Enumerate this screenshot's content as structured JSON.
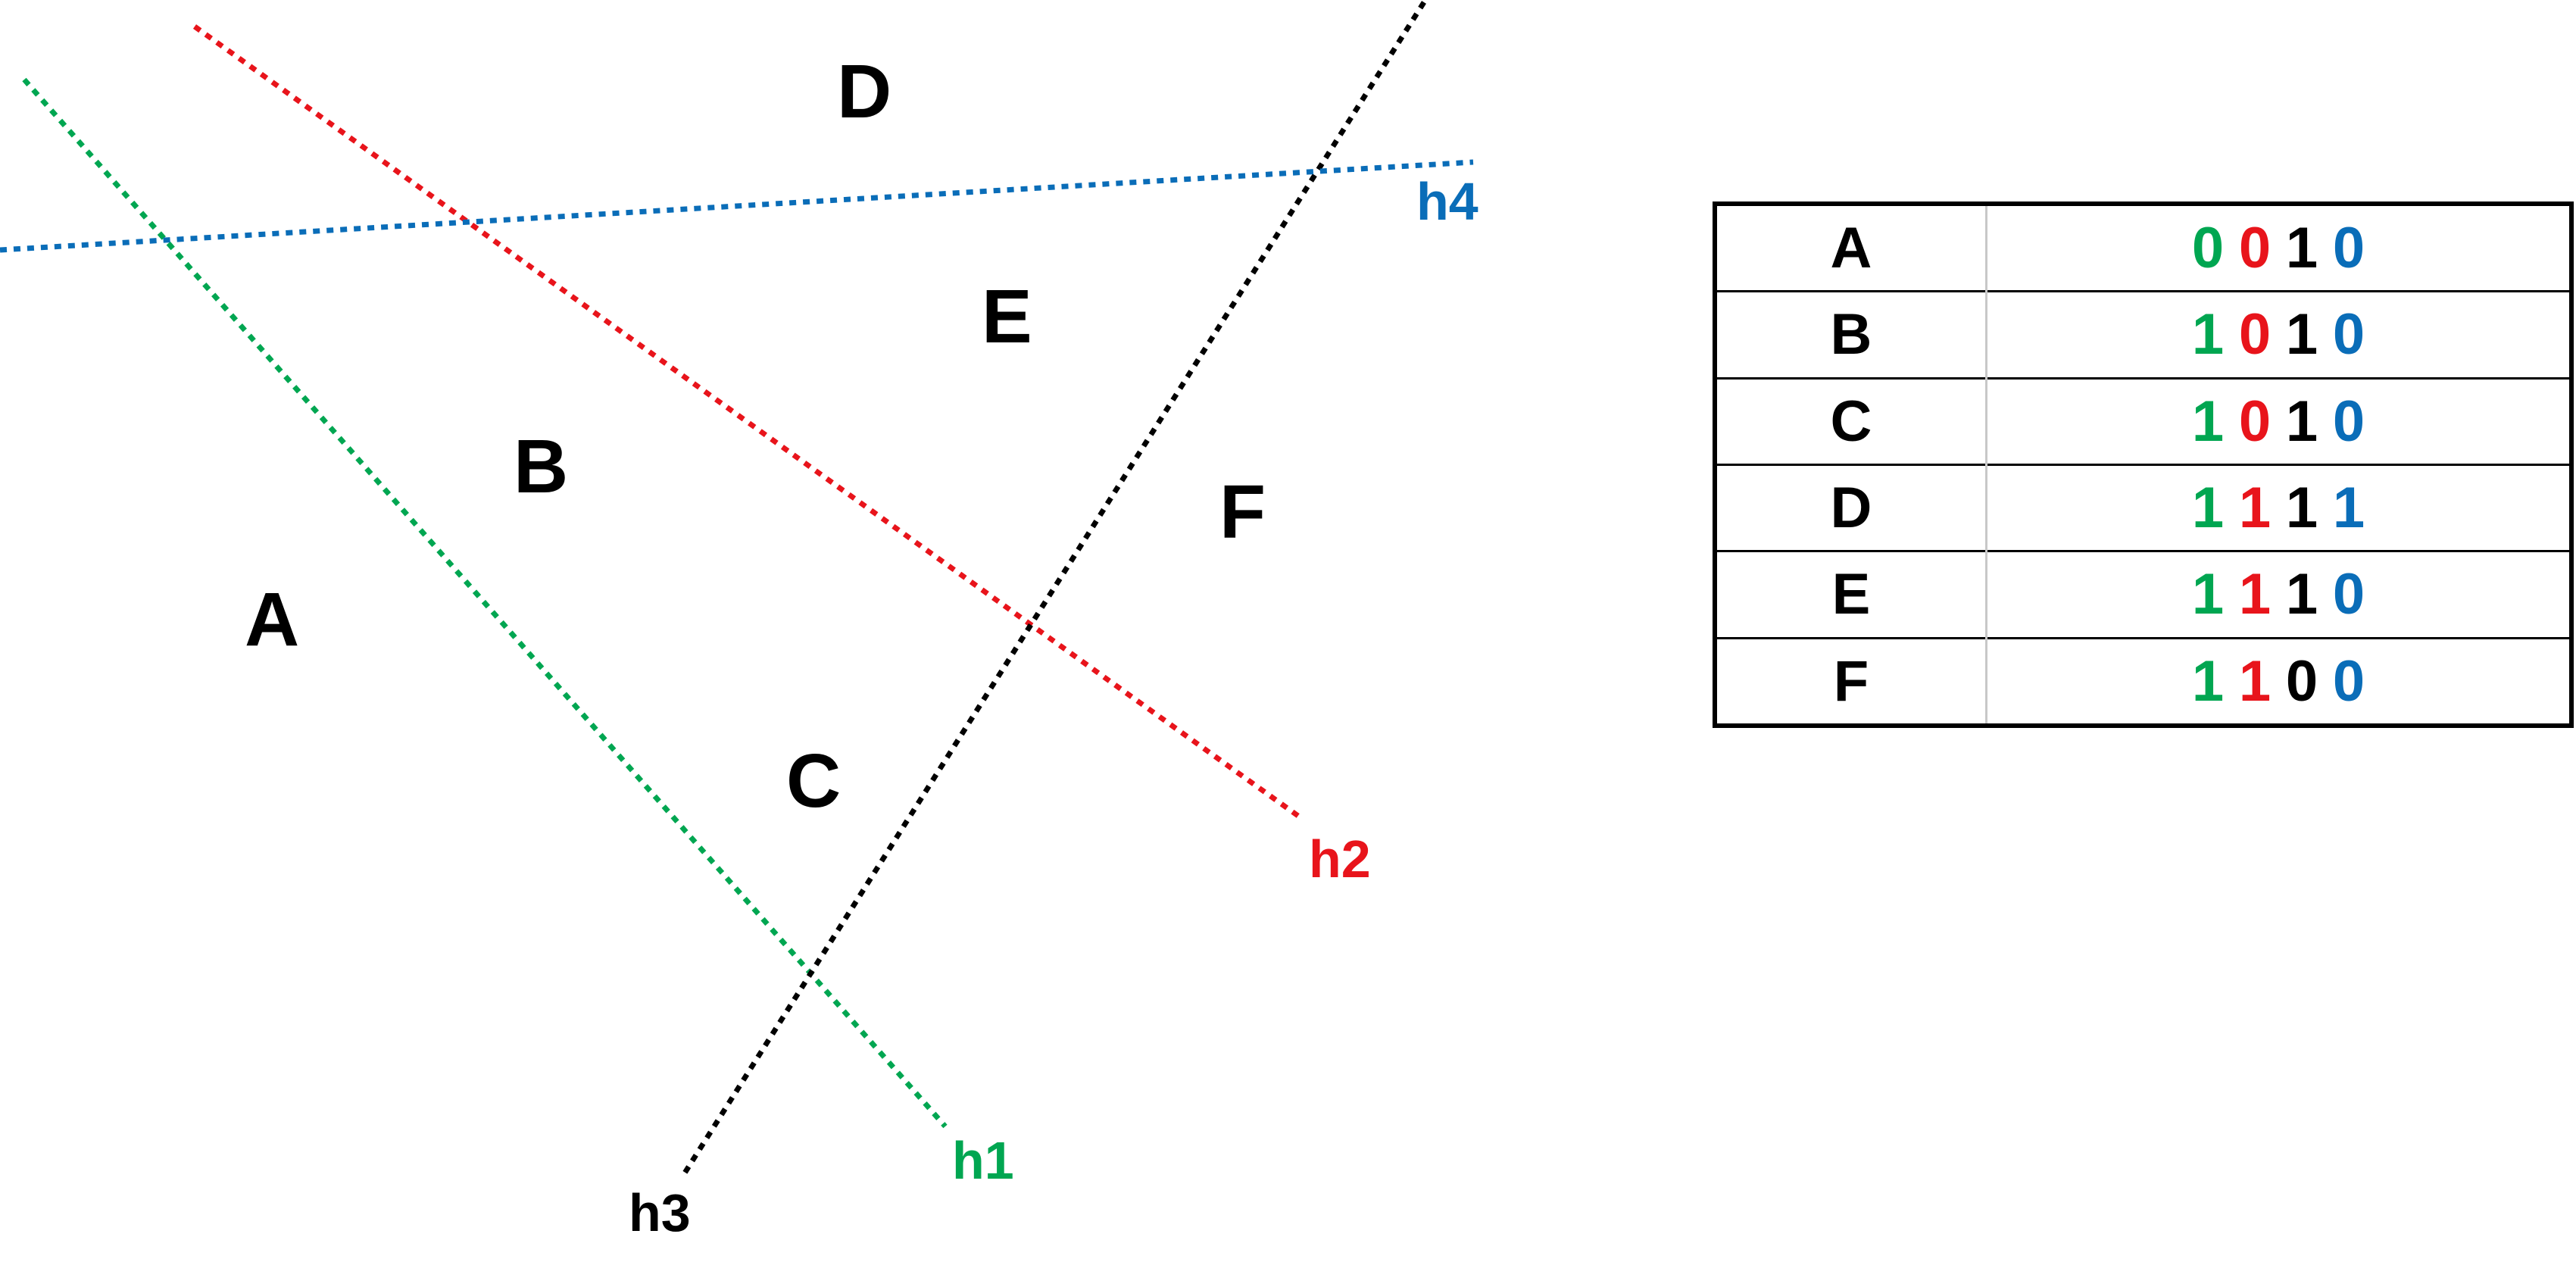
{
  "diagram": {
    "colors": {
      "h1": "#00a651",
      "h2": "#e8141b",
      "h3": "#000000",
      "h4": "#0a6db8"
    },
    "hyperplanes": [
      {
        "id": "h1",
        "label": "h1"
      },
      {
        "id": "h2",
        "label": "h2"
      },
      {
        "id": "h3",
        "label": "h3"
      },
      {
        "id": "h4",
        "label": "h4"
      }
    ],
    "regions": [
      "A",
      "B",
      "C",
      "D",
      "E",
      "F"
    ]
  },
  "table": {
    "rows": [
      {
        "region": "A",
        "bits": [
          "0",
          "0",
          "1",
          "0"
        ]
      },
      {
        "region": "B",
        "bits": [
          "1",
          "0",
          "1",
          "0"
        ]
      },
      {
        "region": "C",
        "bits": [
          "1",
          "0",
          "1",
          "0"
        ]
      },
      {
        "region": "D",
        "bits": [
          "1",
          "1",
          "1",
          "1"
        ]
      },
      {
        "region": "E",
        "bits": [
          "1",
          "1",
          "1",
          "0"
        ]
      },
      {
        "region": "F",
        "bits": [
          "1",
          "1",
          "0",
          "0"
        ]
      }
    ]
  }
}
